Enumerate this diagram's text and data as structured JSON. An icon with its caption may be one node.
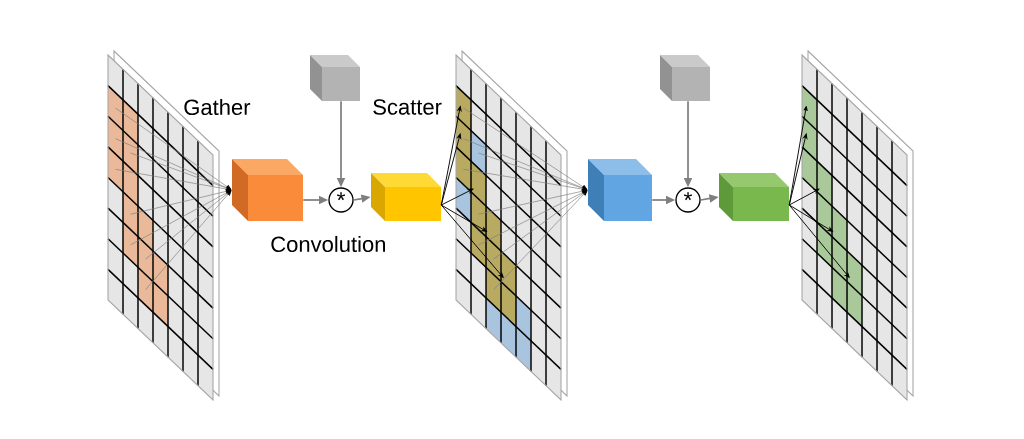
{
  "diagram": {
    "nodes": [
      {
        "text": [],
        "shape": "grid"
      },
      {
        "text": [],
        "shape": "box"
      },
      {
        "text": [],
        "shape": "box"
      },
      {
        "text": [
          "*"
        ]
      },
      {
        "text": [],
        "shape": "box"
      },
      {
        "text": [],
        "shape": "grid"
      },
      {
        "text": [],
        "shape": "box"
      },
      {
        "text": [],
        "shape": "box"
      },
      {
        "text": [
          "*"
        ]
      },
      {
        "text": [],
        "shape": "box"
      },
      {
        "text": [],
        "shape": "grid"
      }
    ],
    "edges": [
      {
        "from": 0,
        "to": 1,
        "arrow": "to"
      },
      {
        "from": 0,
        "to": 1,
        "arrow": "to"
      },
      {
        "from": 0,
        "to": 1,
        "arrow": "to"
      },
      {
        "from": 0,
        "to": 1,
        "arrow": "to"
      },
      {
        "from": 0,
        "to": 1,
        "arrow": "to"
      },
      {
        "from": 0,
        "to": 1,
        "arrow": "to"
      },
      {
        "from": 0,
        "to": 1,
        "arrow": "to"
      },
      {
        "from": 0,
        "to": 1,
        "arrow": "to"
      },
      {
        "from": 1,
        "to": 3,
        "arrow": "to"
      },
      {
        "from": 2,
        "to": 3,
        "arrow": "to"
      },
      {
        "from": 3,
        "to": 4,
        "arrow": "to"
      },
      {
        "from": 4,
        "to": 5,
        "arrow": "to",
        "color": "#000000"
      },
      {
        "from": 4,
        "to": 5,
        "arrow": "to",
        "color": "#000000"
      },
      {
        "from": 4,
        "to": 5,
        "arrow": "to",
        "color": "#000000"
      },
      {
        "from": 4,
        "to": 5,
        "arrow": "to",
        "color": "#000000"
      },
      {
        "from": 4,
        "to": 5,
        "arrow": "to",
        "color": "#000000"
      },
      {
        "from": 5,
        "to": 6,
        "arrow": "to"
      },
      {
        "from": 5,
        "to": 6,
        "arrow": "to"
      },
      {
        "from": 5,
        "to": 6,
        "arrow": "to"
      },
      {
        "from": 5,
        "to": 6,
        "arrow": "to"
      },
      {
        "from": 5,
        "to": 6,
        "arrow": "to"
      },
      {
        "from": 5,
        "to": 6,
        "arrow": "to"
      },
      {
        "from": 5,
        "to": 6,
        "arrow": "to"
      },
      {
        "from": 5,
        "to": 6,
        "arrow": "to"
      },
      {
        "from": 6,
        "to": 8,
        "arrow": "to"
      },
      {
        "from": 7,
        "to": 8,
        "arrow": "to"
      },
      {
        "from": 8,
        "to": 9,
        "arrow": "to"
      },
      {
        "from": 9,
        "to": 10,
        "arrow": "to",
        "color": "#000000"
      },
      {
        "from": 9,
        "to": 10,
        "arrow": "to",
        "color": "#000000"
      },
      {
        "from": 9,
        "to": 10,
        "arrow": "to",
        "color": "#000000"
      },
      {
        "from": 9,
        "to": 10,
        "arrow": "to",
        "color": "#000000"
      },
      {
        "from": 9,
        "to": 10,
        "arrow": "to",
        "color": "#000000"
      }
    ],
    "labels": [
      "Gather",
      "Scatter",
      "Convolution"
    ]
  }
}
